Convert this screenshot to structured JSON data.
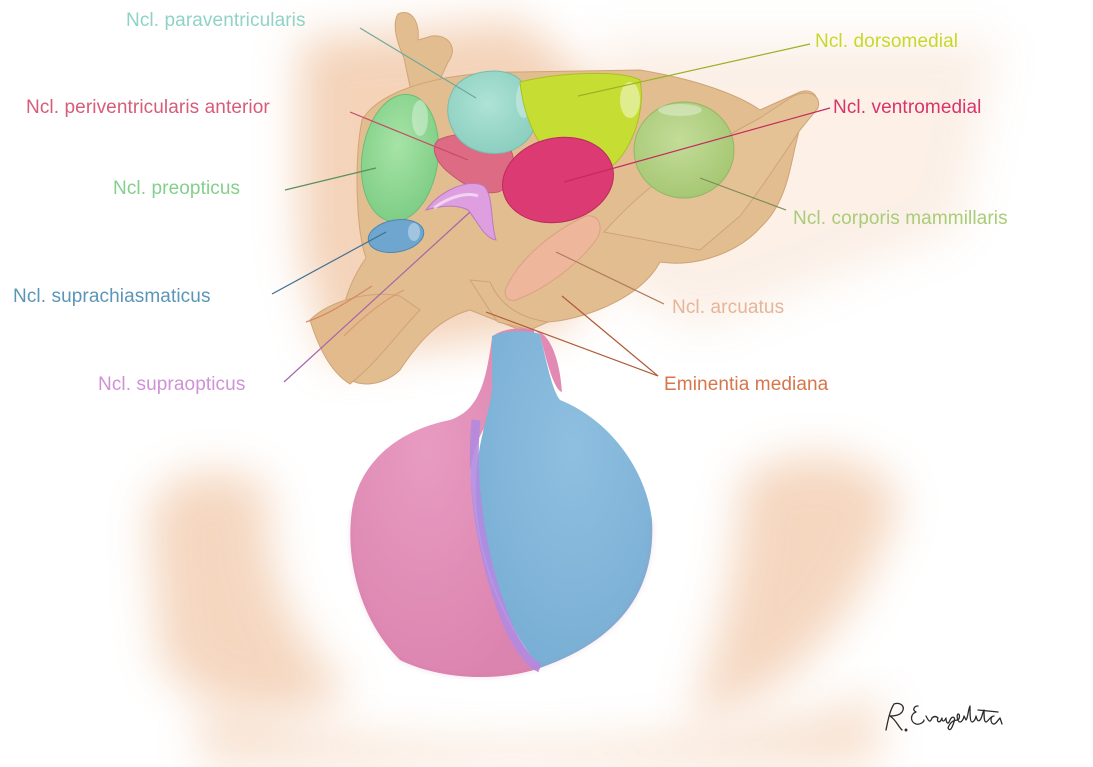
{
  "labels": {
    "paraventricularis": {
      "text": "Ncl. paraventricularis",
      "color": "#8fd3c6"
    },
    "dorsomedial": {
      "text": "Ncl. dorsomedial",
      "color": "#c6d92a"
    },
    "periventricularis": {
      "text": "Ncl. periventricularis anterior",
      "color": "#d65c78"
    },
    "ventromedial": {
      "text": "Ncl. ventromedial",
      "color": "#d9336a"
    },
    "preopticus": {
      "text": "Ncl. preopticus",
      "color": "#84cf8c"
    },
    "mammillaris": {
      "text": "Ncl. corporis mammillaris",
      "color": "#a9cc78"
    },
    "suprachiasmaticus": {
      "text": "Ncl. suprachiasmaticus",
      "color": "#5b95b8"
    },
    "arcuatus": {
      "text": "Ncl. arcuatus",
      "color": "#e6b497"
    },
    "supraopticus": {
      "text": "Ncl. supraopticus",
      "color": "#cf92d6"
    },
    "eminentia": {
      "text": "Eminentia mediana",
      "color": "#d5764b"
    }
  },
  "signature": "R. Evangelista",
  "colors": {
    "tissue": "#e2bd90",
    "tissue_edge": "#cfa477",
    "background_wash": "#f0c4a2",
    "pituitary_anterior": "#e08cb5",
    "pituitary_posterior": "#7fb2d6",
    "pituitary_boundary": "#b18ae0"
  }
}
